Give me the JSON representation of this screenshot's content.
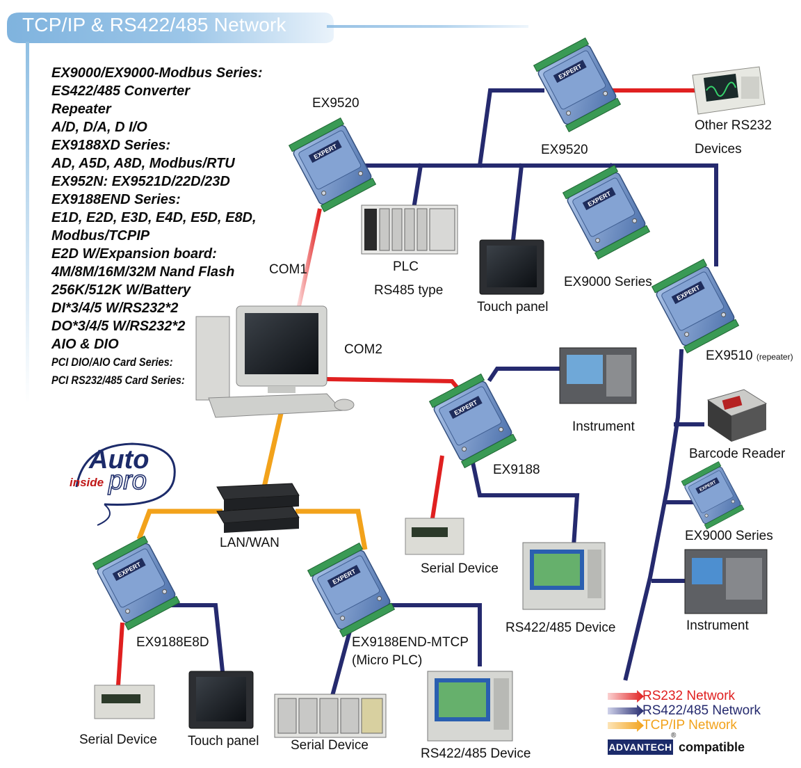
{
  "header": {
    "title": "TCP/IP & RS422/485 Network"
  },
  "sidebar": {
    "items": [
      "EX9000/EX9000-Modbus Series:",
      "ES422/485 Converter",
      "Repeater",
      "A/D, D/A, D I/O",
      "EX9188XD Series:",
      "AD, A5D, A8D, Modbus/RTU",
      "EX952N: EX9521D/22D/23D",
      "EX9188END Series:",
      "E1D, E2D, E3D, E4D, E5D, E8D,",
      "Modbus/TCPIP",
      "E2D W/Expansion board:",
      "4M/8M/16M/32M Nand Flash",
      "256K/512K W/Battery",
      "DI*3/4/5 W/RS232*2",
      "DO*3/4/5 W/RS232*2",
      "AIO & DIO",
      "PCI DIO/AIO Card Series:",
      "PCI RS232/485 Card Series:"
    ]
  },
  "logo": {
    "line1": "Auto",
    "inside": "inside",
    "pro": "pro"
  },
  "labels": {
    "ex9520_left": "EX9520",
    "ex9520_top": "EX9520",
    "other_rs232": "Other RS232",
    "devices": "Devices",
    "plc": "PLC",
    "rs485_type": "RS485 type",
    "touch_panel_top": "Touch panel",
    "ex9000_series_top": "EX9000 Series",
    "com1": "COM1",
    "com2": "COM2",
    "ex9510": "EX9510",
    "repeater": "(repeater)",
    "instrument_mid": "Instrument",
    "barcode_reader": "Barcode Reader",
    "ex9188": "EX9188",
    "ex9000_series_right": "EX9000 Series",
    "lan_wan": "LAN/WAN",
    "serial_device_mid": "Serial Device",
    "rs422_device_mid": "RS422/485 Device",
    "instrument_right": "Instrument",
    "ex9188e8d": "EX9188E8D",
    "ex9188end_mtcp": "EX9188END-MTCP",
    "micro_plc": "(Micro PLC)",
    "serial_device_bl": "Serial Device",
    "touch_panel_bl": "Touch panel",
    "serial_device_bm": "Serial Device",
    "rs422_device_bm": "RS422/485 Device"
  },
  "module_texts": {
    "brand": "EXPERT"
  },
  "legend": {
    "rs232": {
      "label": "RS232 Network",
      "color": "#e02020"
    },
    "rs485": {
      "label": "RS422/485 Network",
      "color": "#252a6e"
    },
    "tcpip": {
      "label": "TCP/IP Network",
      "color": "#f2a21b"
    }
  },
  "brand": {
    "advantech": "ADVANTECH",
    "registered": "®",
    "compatible": "compatible"
  },
  "colors": {
    "rs232": "#e02020",
    "rs485": "#252a6e",
    "tcpip": "#f2a21b",
    "header_blue": "#86b8e0",
    "module_blue": "#6f93c9",
    "terminal_green": "#3a9a55"
  }
}
